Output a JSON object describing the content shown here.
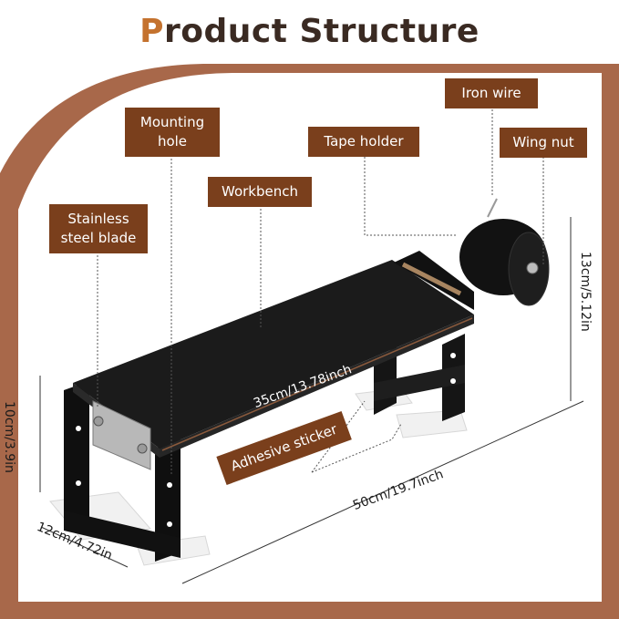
{
  "title": {
    "first_letter": "P",
    "rest": "roduct Structure"
  },
  "labels": {
    "iron_wire": "Iron wire",
    "mounting_hole": "Mounting\nhole",
    "tape_holder": "Tape holder",
    "wing_nut": "Wing nut",
    "workbench": "Workbench",
    "stainless_blade": "Stainless\nsteel blade",
    "adhesive_sticker": "Adhesive sticker"
  },
  "dimensions": {
    "length_inner": "35cm/13.78inch",
    "length_total": "50cm/19.7inch",
    "height_left": "10cm/3.9in",
    "height_right": "13cm/5.12in",
    "depth": "12cm/4.72in"
  },
  "colors": {
    "accent_brown": "#7a3f1c",
    "background_brown": "#a8684a",
    "title_dark": "#3a2a22",
    "title_accent": "#c4722e"
  }
}
